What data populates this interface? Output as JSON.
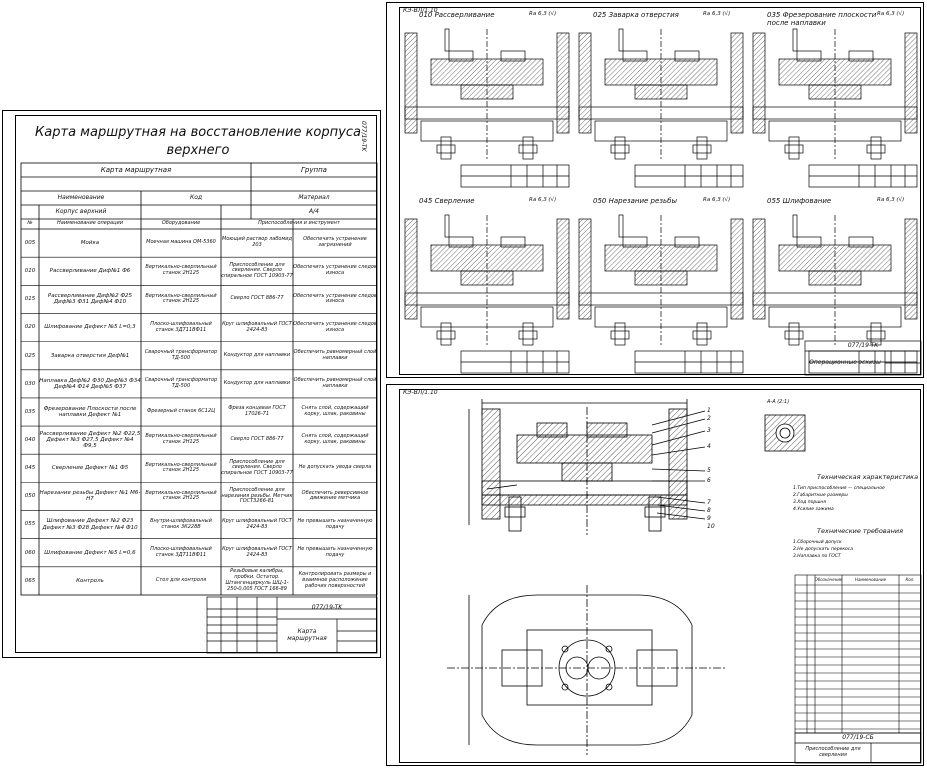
{
  "route_card": {
    "stamp": "077/19-TK",
    "title_line1": "Карта маршрутная на восстановление корпуса",
    "title_line2": "верхнего",
    "header_left": "Карта маршрутная",
    "header_right": "Группа",
    "row_name_label": "Наименование",
    "row_code_label": "Код",
    "row_material_label": "Материал",
    "row_part_name": "Корпус верхний",
    "row_material": "А/4",
    "col_no": "№",
    "col_operation": "Наименование операции",
    "col_equipment": "Оборудование",
    "col_tools": "Приспособления и инструмент",
    "operations": [
      {
        "no": "005",
        "op": "Мойка",
        "eq": "Моечная машина ОМ-5360",
        "tool": "Моющий раствор лабомид 203",
        "req": "Обеспечить устранение загрязнений"
      },
      {
        "no": "010",
        "op": "Рассверливание Диф№1 Ф6",
        "eq": "Вертикально-сверлильный станок 2Н125",
        "tool": "Приспособление для сверления. Сверло спиральное ГОСТ 10903-77",
        "req": "Обеспечить устранение следов износа"
      },
      {
        "no": "015",
        "op": "Рассверливание Диф№2 Ф25 Диф№3 Ф31 Диф№4 Ф10",
        "eq": "Вертикально-сверлильный станок 2Н125",
        "tool": "Сверло ГОСТ 886-77",
        "req": "Обеспечить устранение следов износа"
      },
      {
        "no": "020",
        "op": "Шлифование Дефект №5 L=0,3",
        "eq": "Плоско-шлифовальный станок 3Д711ВФ11",
        "tool": "Круг шлифовальный ГОСТ 2424-83",
        "req": "Обеспечить устранение следов износа"
      },
      {
        "no": "025",
        "op": "Заварка отверстия Деф№1",
        "eq": "Сварочный трансформатор ТД-500",
        "tool": "Кондуктор для наплавки",
        "req": "Обеспечить равномерный слой наплавки"
      },
      {
        "no": "030",
        "op": "Наплавка Деф№2 Ф30 Деф№3 Ф34 Деф№4 Ф14 Деф№5 Ф37",
        "eq": "Сварочный трансформатор ТД-500",
        "tool": "Кондуктор для наплавки",
        "req": "Обеспечить равномерный слой наплавки"
      },
      {
        "no": "035",
        "op": "Фрезерование Плоскости после наплавки Дефект №1",
        "eq": "Фрезерный станок 6С12Ц",
        "tool": "Фреза концевая ГОСТ 17026-71",
        "req": "Снять слой, содержащий корку, шлак, раковины"
      },
      {
        "no": "040",
        "op": "Рассверливание Дефект №2 Ф22,5 Дефект №3 Ф27,5 Дефект №4 Ф9,5",
        "eq": "Вертикально-сверлильный станок 2Н125",
        "tool": "Сверло ГОСТ 886-77",
        "req": "Снять слой, содержащий корку, шлак, раковины"
      },
      {
        "no": "045",
        "op": "Сверление Дефект №1 Ф5",
        "eq": "Вертикально-сверлильный станок 2Н125",
        "tool": "Приспособление для сверления. Сверло спиральное ГОСТ 10903-77",
        "req": "Не допускать увода сверла"
      },
      {
        "no": "050",
        "op": "Нарезание резьбы Дефект №1 М6-Н7",
        "eq": "Вертикально-сверлильный станок 2Н125",
        "tool": "Приспособление для нарезания резьбы. Метчик ГОСТ3266-81",
        "req": "Обеспечить реверсивное движение метчика"
      },
      {
        "no": "055",
        "op": "Шлифование Дефект №2 Ф23 Дефект №3 Ф28 Дефект №4 Ф10",
        "eq": "Внутри-шлифовальный станок 3К228В",
        "tool": "Круг шлифовальный ГОСТ 2424-83",
        "req": "Не превышать назначенную подачу"
      },
      {
        "no": "060",
        "op": "Шлифование Дефект №5 L=0,6",
        "eq": "Плоско-шлифовальный станок 3Д711ВФ11",
        "tool": "Круг шлифовальный ГОСТ 2424-83",
        "req": "Не превышать назначенную подачу"
      },
      {
        "no": "065",
        "op": "Контроль",
        "eq": "Стол для контроля",
        "tool": "Резьбовые калибры, пробки. Остатор. Штангенциркуль ШЦ-1-250-0,005 ГОСТ 166-89",
        "req": "Контролировать размеры и взаимное расположение рабочих поверхностей"
      }
    ],
    "title_block_code": "077/19-TK",
    "title_block_name": "Карта маршрутная"
  },
  "operations_sheet": {
    "stamp": "КЭ-ВЛ/1.10",
    "panels": [
      {
        "title": "010 Рассверливание",
        "roughness": "Ra 6,3 (√)"
      },
      {
        "title": "025 Заварка отверстия",
        "roughness": "Ra 6,3 (√)"
      },
      {
        "title": "035 Фрезерование плоскости после наплавки",
        "roughness": "Ra 6,3 (√)"
      },
      {
        "title": "045 Сверление",
        "roughness": "Ra 6,3 (√)"
      },
      {
        "title": "050 Нарезание резьбы",
        "roughness": "Ra 6,3 (√)"
      },
      {
        "title": "055 Шлифование",
        "roughness": "Ra 6,3 (√)"
      }
    ],
    "title_block_code": "077/19-TK",
    "title_block_name": "Операционные эскизы"
  },
  "assembly_sheet": {
    "stamp": "КЭ-ВЛ/1.10",
    "section_label": "А-А (2:1)",
    "tech_title": "Техническая характеристика",
    "tech_lines": [
      "1.Тип приспособления — специальное",
      "2.Габаритные размеры",
      "3.Ход поршня",
      "4.Усилие зажима"
    ],
    "req_title": "Технические требования",
    "req_lines": [
      "1.Сборочный допуск",
      "2.Не допускать перекоса",
      "3.Наплавка по ГОСТ"
    ],
    "spec_header": [
      "Обозначение",
      "Наименование",
      "Кол."
    ],
    "title_block_code": "077/19-СБ",
    "title_block_name": "Приспособление для сверления",
    "callouts": [
      "1",
      "2",
      "3",
      "4",
      "5",
      "6",
      "7",
      "8",
      "9",
      "10"
    ]
  },
  "colors": {
    "line": "#000000",
    "paper": "#ffffff",
    "hatch": "#333333"
  }
}
